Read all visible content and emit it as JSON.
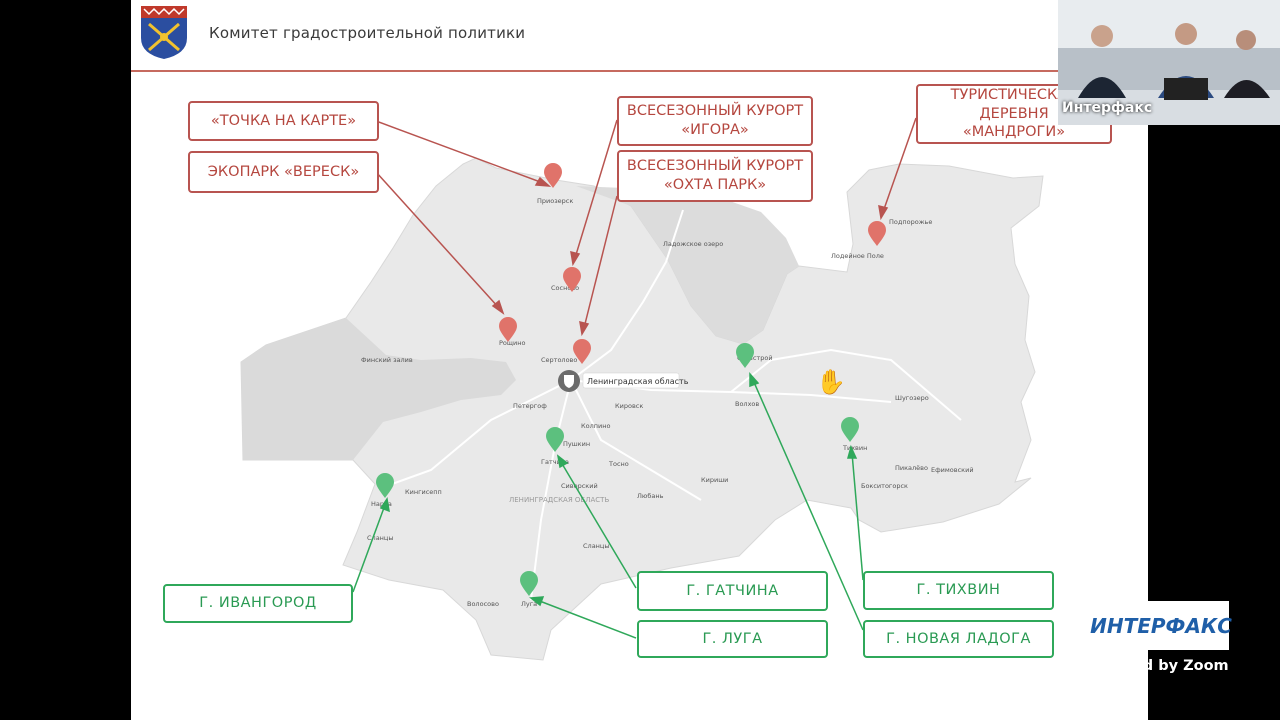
{
  "header": {
    "committee": "Комитет градостроительной политики"
  },
  "map": {
    "region_label": "Ленинградская область",
    "watermark": "ЛЕНИНГРАДСКАЯ ОБЛАСТЬ",
    "towns": [
      "Приозерск",
      "Сосново",
      "Рощино",
      "Сертолово",
      "Сясьстрой",
      "Волхов",
      "Тихвин",
      "Гатчина",
      "Пушкин",
      "Кировск",
      "Колпино",
      "Тосно",
      "Кингисепп",
      "Нарва",
      "Луга",
      "Сланцы",
      "Подпорожье",
      "Лодейное Поле",
      "Бокситогорск",
      "Пикалёво",
      "Шугозеро",
      "Сиверский",
      "Волосово",
      "Кириши",
      "Любань",
      "Петергоф",
      "Сланцы",
      "Ефимовский",
      "Ладожское озеро",
      "Финский залив"
    ]
  },
  "red_labels": [
    {
      "text": "«ТОЧКА НА КАРТЕ»"
    },
    {
      "text": "ЭКОПАРК «ВЕРЕСК»"
    },
    {
      "text": "ВСЕСЕЗОННЫЙ КУРОРТ «ИГОРА»"
    },
    {
      "text": "ВСЕСЕЗОННЫЙ КУРОРТ «ОХТА ПАРК»"
    },
    {
      "text": "ТУРИСТИЧЕСКАЯ ДЕРЕВНЯ «МАНДРОГИ»"
    }
  ],
  "green_labels": [
    {
      "text": "Г. ИВАНГОРОД"
    },
    {
      "text": "Г.  ГАТЧИНА"
    },
    {
      "text": "Г. ЛУГА"
    },
    {
      "text": "Г. ТИХВИН"
    },
    {
      "text": "Г. НОВАЯ ЛАДОГА"
    }
  ],
  "video": {
    "channel_label": "Интерфакс"
  },
  "logo": {
    "text": "ИНТЕРФАКС"
  },
  "zoom": {
    "text": "Powered by Zoom"
  },
  "colors": {
    "red": "#e0736a",
    "green": "#5cc07e",
    "gray_pin": "#6b6b6b"
  }
}
